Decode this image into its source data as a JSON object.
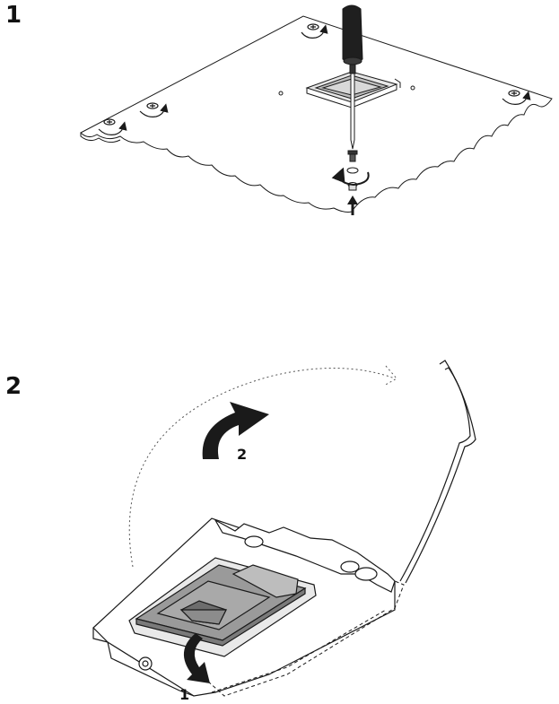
{
  "steps": [
    {
      "number": "1"
    },
    {
      "number": "2",
      "callouts": {
        "release_lever": "1",
        "open_load_plate": "2"
      }
    }
  ],
  "colors": {
    "line": "#1a1a1a",
    "cpu": "#9a9a9a",
    "cpu_dark": "#7a7a7a",
    "lid": "#c8c8c8"
  }
}
